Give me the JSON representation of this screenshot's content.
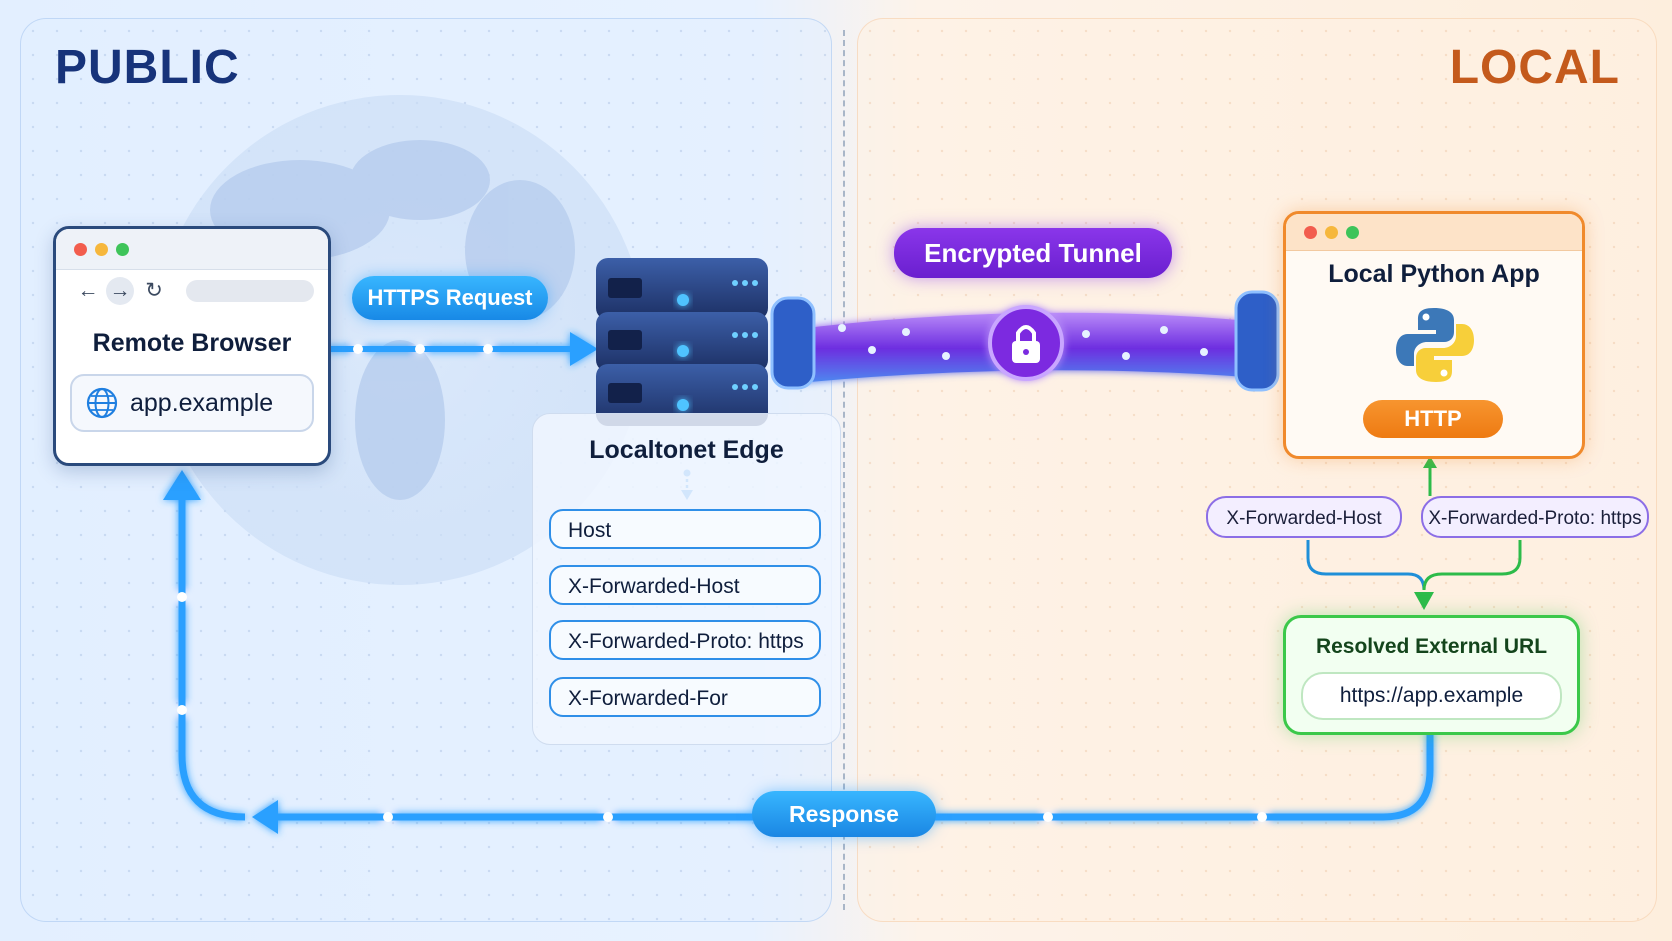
{
  "zones": {
    "public": "PUBLIC",
    "local": "LOCAL"
  },
  "browser": {
    "title": "Remote Browser",
    "url": "app.example"
  },
  "labels": {
    "https_request": "HTTPS Request",
    "encrypted_tunnel": "Encrypted Tunnel",
    "response": "Response"
  },
  "edge": {
    "title": "Localtonet Edge",
    "headers": [
      "Host",
      "X-Forwarded-Host",
      "X-Forwarded-Proto: https",
      "X-Forwarded-For"
    ]
  },
  "local_app": {
    "title": "Local Python App",
    "protocol": "HTTP"
  },
  "forwarded": {
    "host": "X-Forwarded-Host",
    "proto": "X-Forwarded-Proto: https"
  },
  "resolved": {
    "title": "Resolved External URL",
    "url": "https://app.example"
  },
  "colors": {
    "public_accent": "#17337a",
    "local_accent": "#c45a1c",
    "flow_blue": "#2aa0ff",
    "tunnel_purple": "#7a2ee0",
    "resolved_green": "#3bc84a",
    "app_orange": "#f08a2c"
  },
  "icons": [
    "back-arrow-icon",
    "forward-arrow-icon",
    "reload-icon",
    "globe-icon",
    "server-icon",
    "lock-icon",
    "python-icon"
  ]
}
